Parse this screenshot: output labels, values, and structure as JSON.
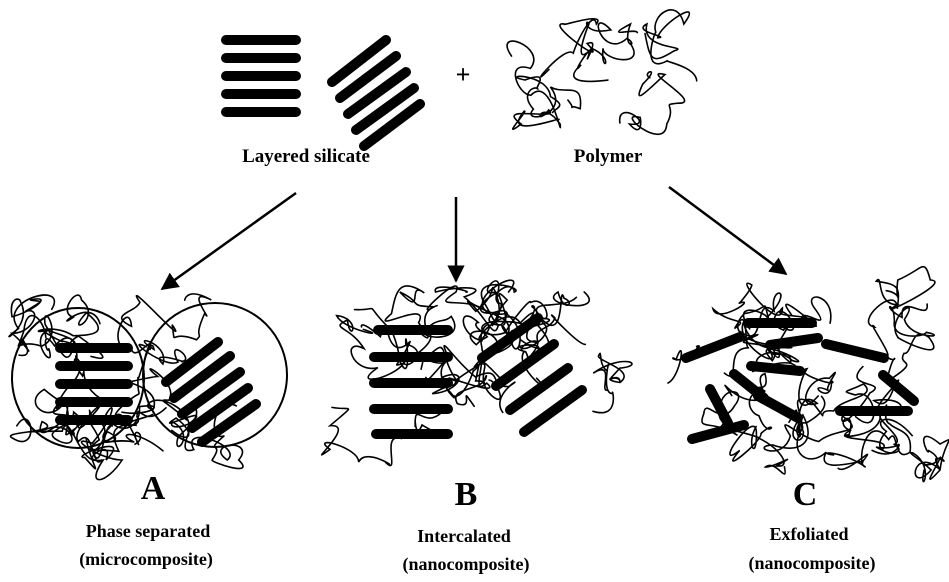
{
  "labels": {
    "layered_silicate": "Layered silicate",
    "polymer": "Polymer",
    "plus": "+"
  },
  "panels": [
    {
      "letter": "A",
      "line1": "Phase separated",
      "line2": "(microcomposite)"
    },
    {
      "letter": "B",
      "line1": "Intercalated",
      "line2": "(nanocomposite)"
    },
    {
      "letter": "C",
      "line1": "Exfoliated",
      "line2": "(nanocomposite)"
    }
  ],
  "colors": {
    "ink": "#000000",
    "background": "#ffffff"
  }
}
